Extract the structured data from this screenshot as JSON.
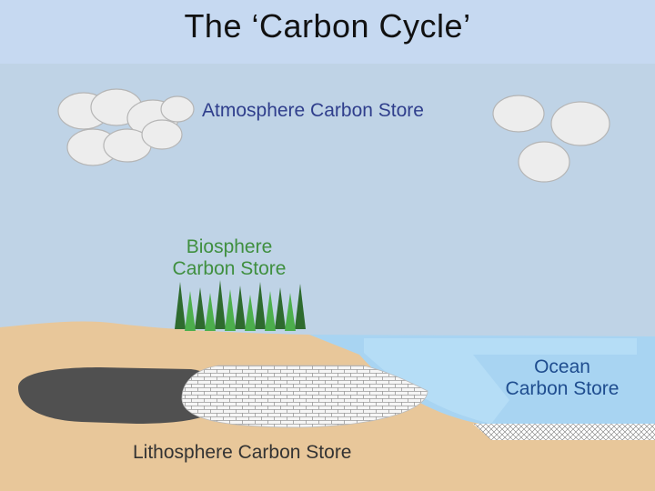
{
  "slide": {
    "title": "The ‘Carbon Cycle’"
  },
  "diagram": {
    "labels": {
      "atmosphere": "Atmosphere Carbon Store",
      "biosphere_line1": "Biosphere",
      "biosphere_line2": "Carbon Store",
      "ocean_line1": "Ocean",
      "ocean_line2": "Carbon Store",
      "lithosphere": "Lithosphere Carbon Store"
    },
    "colors": {
      "sky": "#bfd3e6",
      "ground": "#e8c79a",
      "ocean": "#a8d4f2",
      "coal": "#505050",
      "limestone": "#f4f4f4",
      "atmosphere_text": "#2f3e8c",
      "biosphere_text": "#3f8f3f",
      "ocean_text": "#1f4d8f",
      "lithosphere_text": "#333333"
    }
  }
}
